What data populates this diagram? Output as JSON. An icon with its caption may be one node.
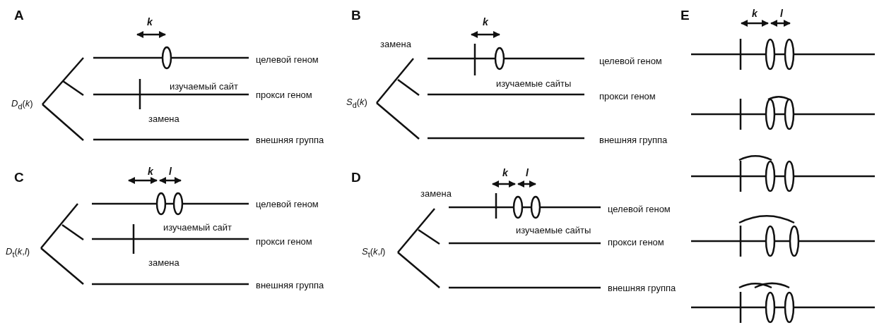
{
  "diagram": {
    "labels": [
      "A",
      "B",
      "E",
      "k",
      "k",
      "k",
      "l",
      "замена",
      "целевой геном",
      "целевой геном",
      "изучаемый сайт",
      "изучаемые сайты",
      "*D*$_{d}$(*k*)",
      "*S*$_{d}$(*k*)",
      "прокси геном",
      "прокси геном",
      "замена",
      "внешняя группа",
      "внешняя группа",
      "C",
      "D",
      "k",
      "l",
      "k",
      "l",
      "замена",
      "целевой геном",
      "целевой геном",
      "изучаемый сайт",
      "изучаемые сайты",
      "*D*$_{t}$(*k*,*l*)",
      "*S*$_{t}$(*k*,*l*)",
      "прокси геном",
      "прокси геном",
      "замена",
      "внешняя группа",
      "внешняя группа"
    ]
  }
}
